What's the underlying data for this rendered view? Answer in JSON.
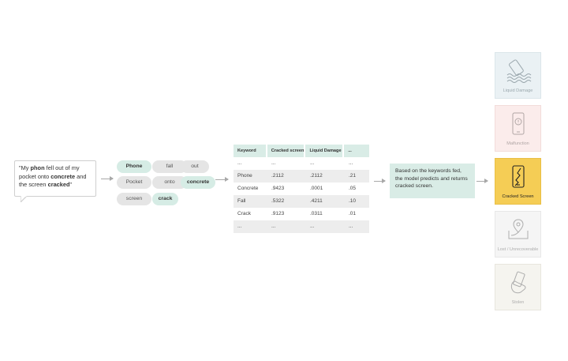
{
  "input_text": {
    "t1": "\"My ",
    "t2": "phon",
    "t3": " fell out of my pocket onto ",
    "t4": "concrete",
    "t5": " and the screen ",
    "t6": "cracked",
    "t7": "\""
  },
  "keywords": [
    {
      "label": "Phone",
      "highlight": true
    },
    {
      "label": "fall",
      "highlight": false
    },
    {
      "label": "out",
      "highlight": false
    },
    {
      "label": "Pocket",
      "highlight": false
    },
    {
      "label": "onto",
      "highlight": false
    },
    {
      "label": "concrete",
      "highlight": true
    },
    {
      "label": "screen",
      "highlight": false
    },
    {
      "label": "crack",
      "highlight": true
    }
  ],
  "table": {
    "headers": [
      "Keyword",
      "Cracked screen",
      "Liquid Damage",
      "..."
    ],
    "rows": [
      [
        "...",
        "...",
        "...",
        "..."
      ],
      [
        "Phone",
        ".2112",
        ".2112",
        ".21"
      ],
      [
        "Concrete",
        ".9423",
        ".0001",
        ".05"
      ],
      [
        "Fall",
        ".5322",
        ".4211",
        ".10"
      ],
      [
        "Crack",
        ".9123",
        ".0311",
        ".01"
      ],
      [
        "...",
        "...",
        "...",
        "..."
      ]
    ]
  },
  "prediction_text": "Based on the keywords fed, the model predicts and returns cracked screen.",
  "categories": [
    {
      "label": "Liquid Damage",
      "icon": "liquid-damage-icon",
      "bg": "#eaf1f4",
      "border": "#dbe6ea",
      "fg": "#9aa7ad"
    },
    {
      "label": "Malfunction",
      "icon": "malfunction-icon",
      "bg": "#fbeceb",
      "border": "#f2dcda",
      "fg": "#b0a6a5"
    },
    {
      "label": "Cracked Screen",
      "icon": "cracked-screen-icon",
      "bg": "#f5cd55",
      "border": "#e9bf45",
      "fg": "#222222"
    },
    {
      "label": "Lost / Unrecoverable",
      "icon": "lost-icon",
      "bg": "#f5f5f5",
      "border": "#e8e8e8",
      "fg": "#adadad"
    },
    {
      "label": "Stolen",
      "icon": "stolen-icon",
      "bg": "#f5f4ef",
      "border": "#e8e6de",
      "fg": "#adadad"
    }
  ]
}
